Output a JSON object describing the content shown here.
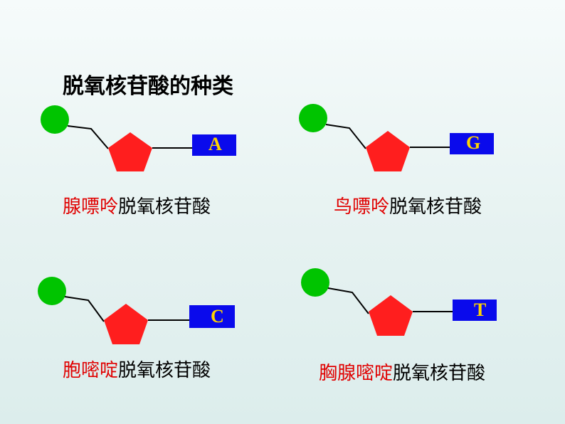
{
  "title": "脱氧核苷酸的种类",
  "colors": {
    "phosphate": "#00c400",
    "sugar": "#ff1e1e",
    "base_box": "#0a0aec",
    "base_letter": "#ffd400",
    "name_highlight": "#e00000"
  },
  "nucleotides": [
    {
      "base": "A",
      "base_name": "腺嘌呤",
      "suffix": "脱氧核苷酸"
    },
    {
      "base": "G",
      "base_name": "鸟嘌呤",
      "suffix": "脱氧核苷酸"
    },
    {
      "base": "C",
      "base_name": "胞嘧啶",
      "suffix": "脱氧核苷酸"
    },
    {
      "base": "T",
      "base_name": "胸腺嘧啶",
      "suffix": "脱氧核苷酸"
    }
  ]
}
